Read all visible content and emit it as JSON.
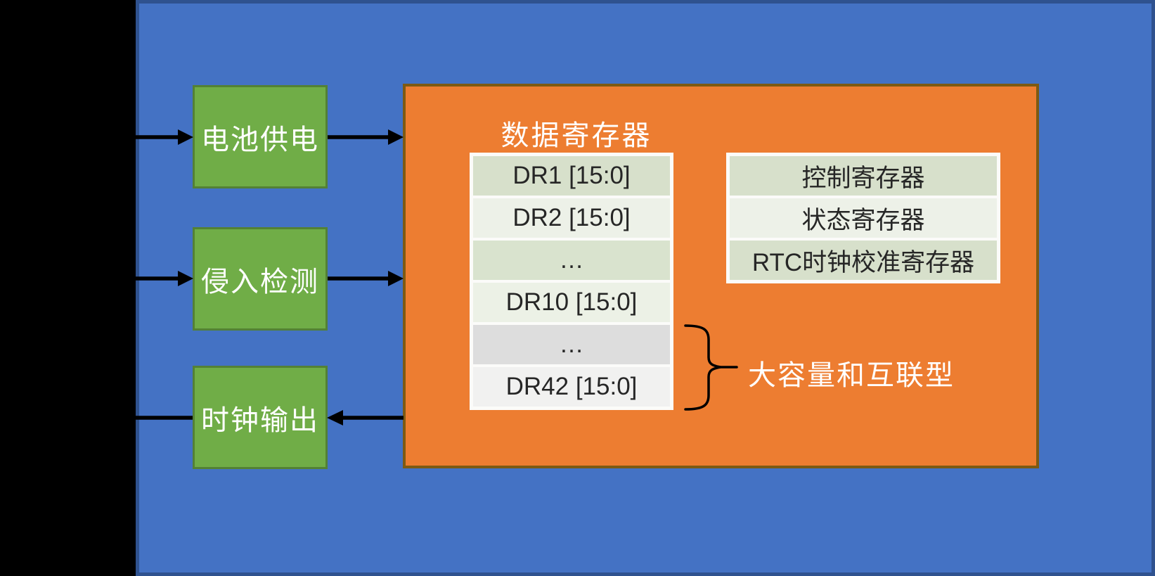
{
  "slide": {
    "source_boxes": [
      {
        "label": "电池供电"
      },
      {
        "label": "侵入检测"
      },
      {
        "label": "时钟输出"
      }
    ],
    "registers_panel": {
      "title": "数据寄存器",
      "data_table": {
        "rows": [
          {
            "label": "DR1 [15:0]",
            "bg": "#D7E0CB"
          },
          {
            "label": "DR2 [15:0]",
            "bg": "#EDF1E8"
          },
          {
            "label": "…",
            "bg": "#D9E3CE"
          },
          {
            "label": "DR10 [15:0]",
            "bg": "#ECF1E6"
          },
          {
            "label": "…",
            "bg": "#DDDDDD"
          },
          {
            "label": "DR42 [15:0]",
            "bg": "#F1F1F0"
          }
        ]
      },
      "control_table": {
        "rows": [
          {
            "label": "控制寄存器",
            "bg": "#D7E0CB"
          },
          {
            "label": "状态寄存器",
            "bg": "#EDF1E8"
          },
          {
            "label": "RTC时钟校准寄存器",
            "bg": "#D7E0CB"
          }
        ]
      },
      "brace_label": "大容量和互联型"
    },
    "colors": {
      "slide_background": "#4472C4",
      "slide_border": "#2F528F",
      "box_green": "#70AD47",
      "box_green_border": "#538135",
      "panel_orange": "#ED7D31",
      "panel_orange_border": "#7D5A13",
      "arrow_black": "#000000",
      "text_white": "#FFFFFF",
      "table_text": "#262626"
    }
  }
}
